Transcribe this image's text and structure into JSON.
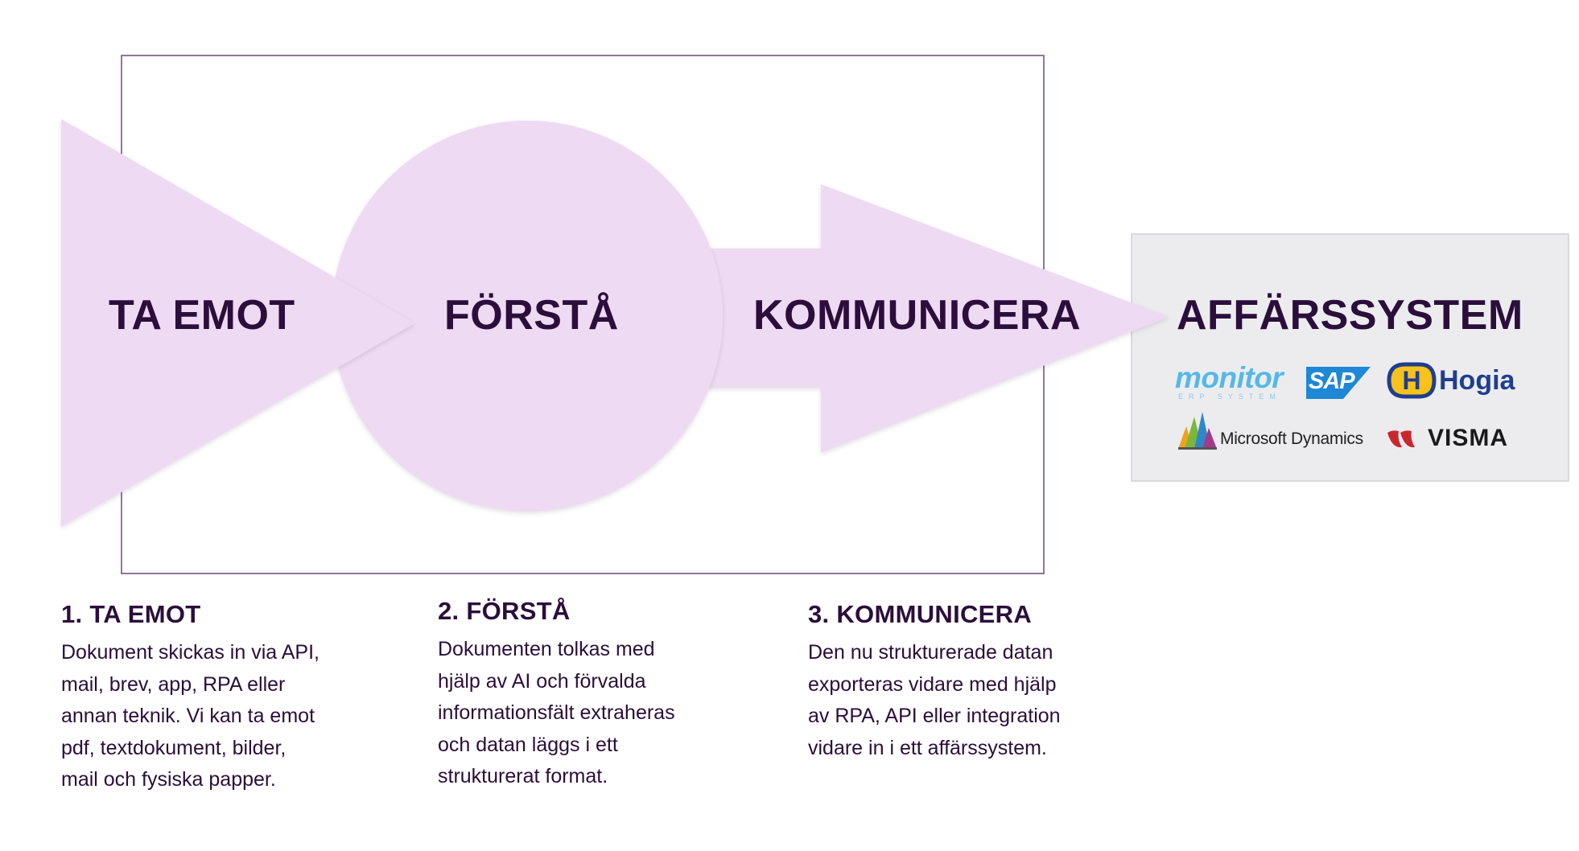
{
  "colors": {
    "shape_fill": "#eedaf2",
    "frame_stroke": "#6b4a7a",
    "erp_box_fill": "#ececef",
    "erp_box_stroke": "#cfcfd6",
    "text_dark": "#2b0e3b"
  },
  "stages": {
    "receive": {
      "label": "TA EMOT"
    },
    "understand": {
      "label": "FÖRSTÅ"
    },
    "communicate": {
      "label": "KOMMUNICERA"
    },
    "erp": {
      "label": "AFFÄRSSYSTEM"
    }
  },
  "logos": {
    "monitor": {
      "name": "monitor",
      "tagline": "ERP SYSTEM"
    },
    "sap": {
      "name": "SAP"
    },
    "hogia": {
      "name": "Hogia",
      "mark": "H"
    },
    "microsoft_dynamics": {
      "name": "Microsoft Dynamics"
    },
    "visma": {
      "name": "VISMA"
    }
  },
  "descriptions": [
    {
      "heading": "1. TA EMOT",
      "text": "Dokument skickas in via API,\nmail, brev, app, RPA eller\nannan teknik. Vi kan ta emot\npdf, textdokument, bilder,\nmail och fysiska papper."
    },
    {
      "heading": "2. FÖRSTÅ",
      "text": "Dokumenten tolkas med\nhjälp av AI och förvalda\ninformationsfält extraheras\noch datan läggs i ett\nstrukturerat format."
    },
    {
      "heading": "3. KOMMUNICERA",
      "text": "Den nu strukturerade datan\nexporteras vidare med hjälp\nav RPA, API eller integration\nvidare in i ett affärssystem."
    }
  ]
}
